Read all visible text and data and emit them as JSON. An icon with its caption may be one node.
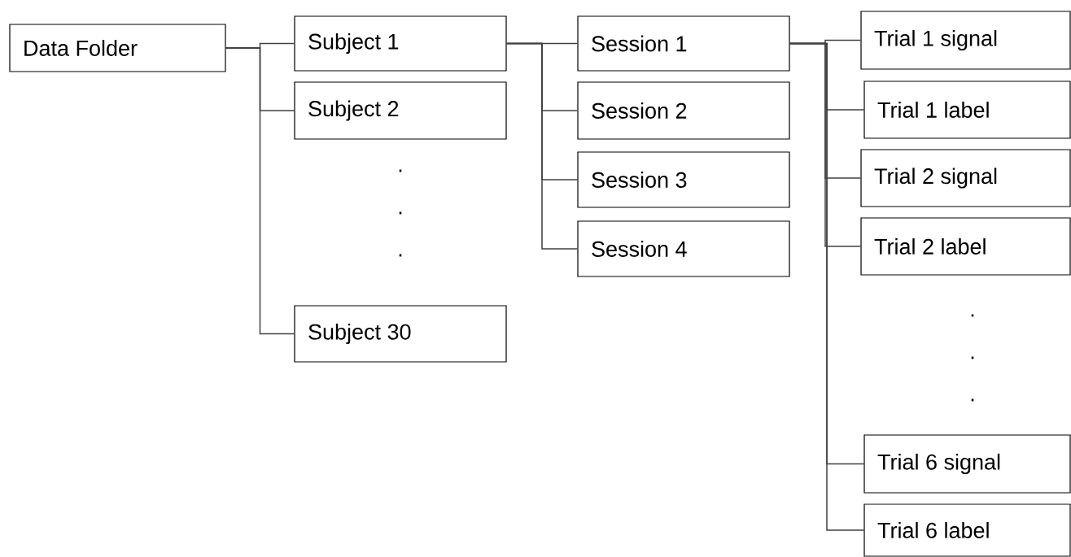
{
  "diagram": {
    "nodes": [
      {
        "text": [
          "Data Folder"
        ]
      },
      {
        "text": [
          "Subject 1"
        ]
      },
      {
        "text": [
          "Subject 2"
        ]
      },
      {
        "text": [
          "Subject 30"
        ]
      },
      {
        "text": [
          "Session 1"
        ]
      },
      {
        "text": [
          "Session 2"
        ]
      },
      {
        "text": [
          "Session 3"
        ]
      },
      {
        "text": [
          "Session 4"
        ]
      },
      {
        "text": [
          "Trial 1 signal"
        ]
      },
      {
        "text": [
          "Trial 1 label"
        ]
      },
      {
        "text": [
          "Trial 2 signal"
        ]
      },
      {
        "text": [
          "Trial 2 label"
        ]
      },
      {
        "text": [
          "Trial 6 signal"
        ]
      },
      {
        "text": [
          "Trial 6 label"
        ]
      }
    ],
    "edges": [
      {
        "from": 0,
        "to": 1,
        "arrow": "none"
      },
      {
        "from": 0,
        "to": 2,
        "arrow": "none"
      },
      {
        "from": 0,
        "to": 3,
        "arrow": "none"
      },
      {
        "from": 1,
        "to": 4,
        "arrow": "none"
      },
      {
        "from": 1,
        "to": 5,
        "arrow": "none"
      },
      {
        "from": 1,
        "to": 6,
        "arrow": "none"
      },
      {
        "from": 1,
        "to": 7,
        "arrow": "none"
      },
      {
        "from": 4,
        "to": 8,
        "arrow": "none"
      },
      {
        "from": 4,
        "to": 9,
        "arrow": "none"
      },
      {
        "from": 4,
        "to": 10,
        "arrow": "none"
      },
      {
        "from": 4,
        "to": 11,
        "arrow": "none"
      },
      {
        "from": 4,
        "to": 12,
        "arrow": "none"
      },
      {
        "from": 4,
        "to": 13,
        "arrow": "none"
      }
    ],
    "labels": [
      ".",
      ".",
      ".",
      ".",
      ".",
      "."
    ]
  }
}
